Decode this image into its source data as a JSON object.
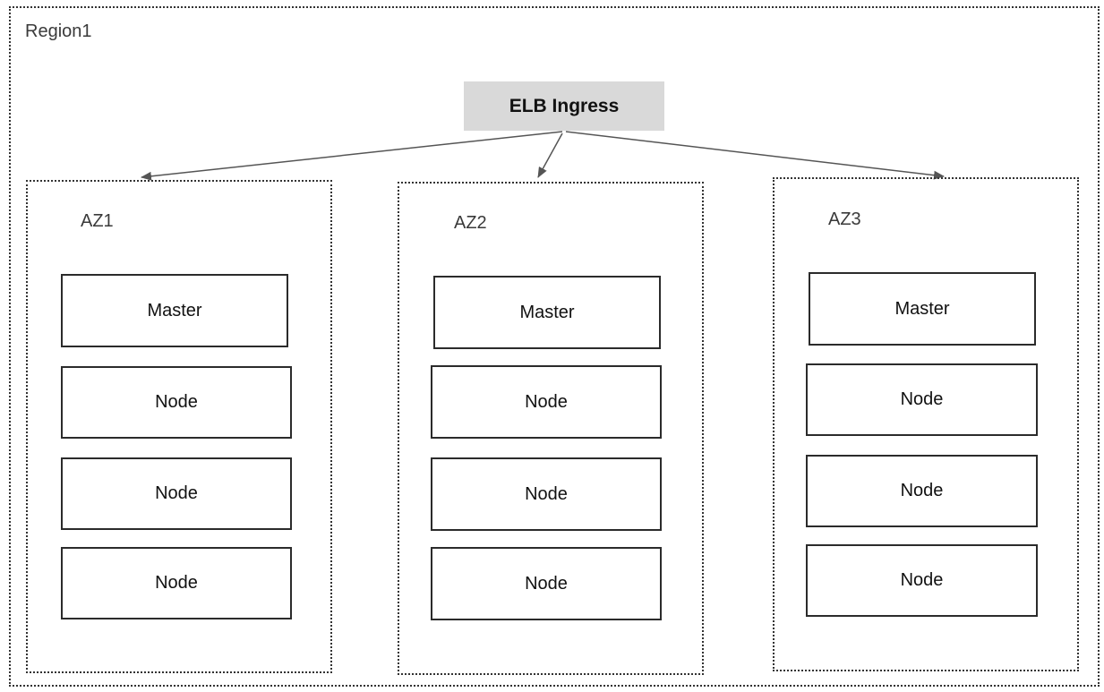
{
  "region": {
    "label": "Region1"
  },
  "ingress": {
    "label": "ELB Ingress"
  },
  "zones": [
    {
      "label": "AZ1",
      "master": "Master",
      "nodes": [
        "Node",
        "Node",
        "Node"
      ]
    },
    {
      "label": "AZ2",
      "master": "Master",
      "nodes": [
        "Node",
        "Node",
        "Node"
      ]
    },
    {
      "label": "AZ3",
      "master": "Master",
      "nodes": [
        "Node",
        "Node",
        "Node"
      ]
    }
  ],
  "colors": {
    "ingress_fill": "#d9d9d9",
    "border": "#2b2b2b",
    "arrow": "#555555"
  }
}
